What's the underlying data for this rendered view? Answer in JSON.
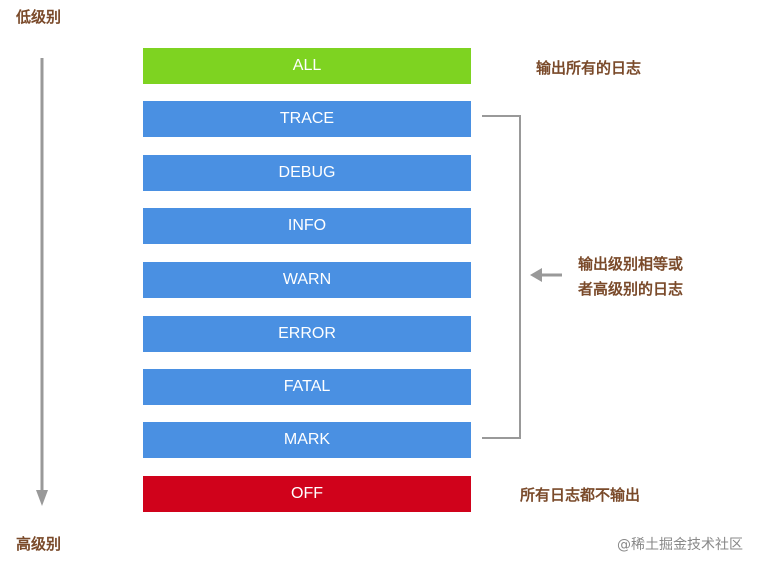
{
  "axis": {
    "low_label": "低级别",
    "high_label": "高级别"
  },
  "levels": [
    {
      "label": "ALL",
      "kind": "all"
    },
    {
      "label": "TRACE",
      "kind": "std"
    },
    {
      "label": "DEBUG",
      "kind": "std"
    },
    {
      "label": "INFO",
      "kind": "std"
    },
    {
      "label": "WARN",
      "kind": "std"
    },
    {
      "label": "ERROR",
      "kind": "std"
    },
    {
      "label": "FATAL",
      "kind": "std"
    },
    {
      "label": "MARK",
      "kind": "std"
    },
    {
      "label": "OFF",
      "kind": "off"
    }
  ],
  "notes": {
    "all": "输出所有的日志",
    "range_line1": "输出级别相等或",
    "range_line2": "者高级别的日志",
    "off": "所有日志都不输出"
  },
  "colors": {
    "all": "#7ed321",
    "std": "#4a90e2",
    "off": "#d0021b",
    "note_text": "#7a4a2a",
    "arrow": "#999999"
  },
  "watermark": "@稀土掘金技术社区"
}
